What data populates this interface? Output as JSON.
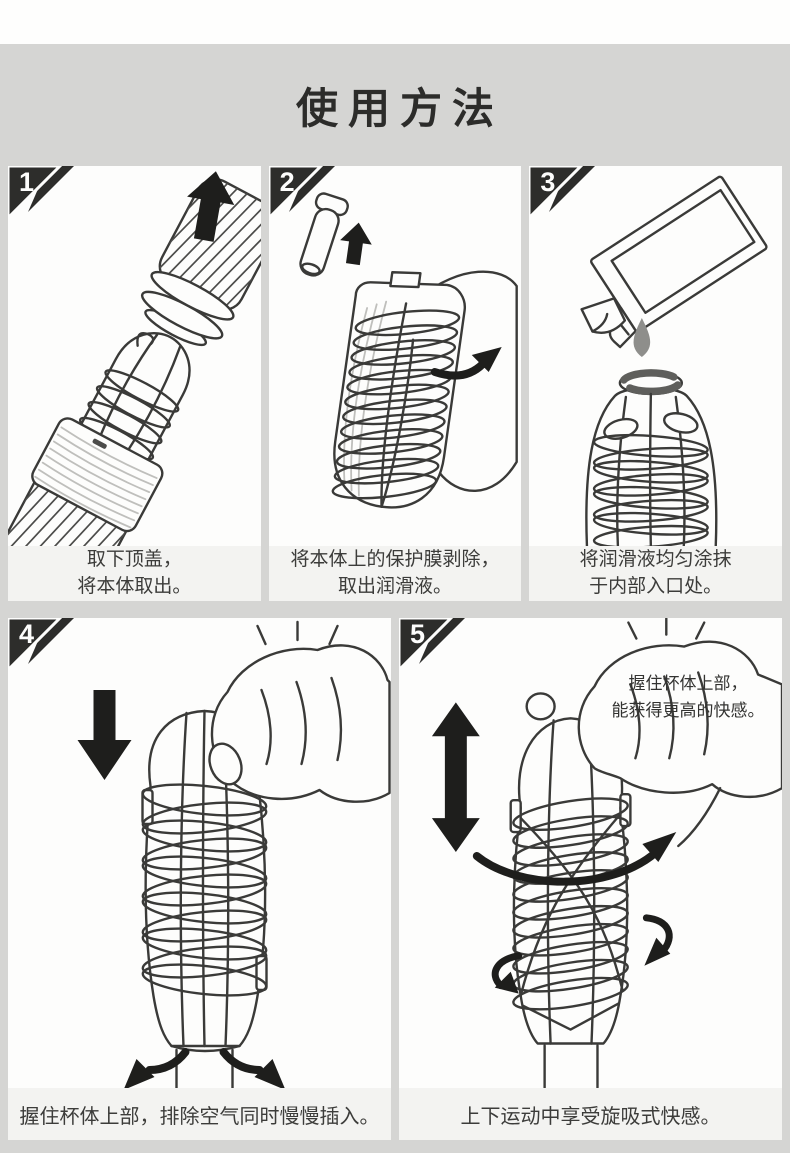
{
  "title": "使用方法",
  "colors": {
    "page_bg": "#d5d5d3",
    "panel_bg": "#fdfdfc",
    "caption_bg": "#f3f3f1",
    "badge_bg": "#2d2d2b",
    "ink": "#3a3a38",
    "arrow_black": "#1e1e1c",
    "drop_gray": "#8e8e8b"
  },
  "steps": [
    {
      "num": "1",
      "caption1": "取下顶盖，",
      "caption2": "将本体取出。",
      "icons": [
        "up-arrow-icon"
      ]
    },
    {
      "num": "2",
      "caption1": "将本体上的保护膜剥除，",
      "caption2": "取出润滑液。",
      "icons": [
        "up-arrow-icon",
        "peel-right-arrow-icon"
      ]
    },
    {
      "num": "3",
      "caption1": "将润滑液均匀涂抹",
      "caption2": "于内部入口处。",
      "icons": [
        "lube-drop-icon"
      ]
    },
    {
      "num": "4",
      "caption": "握住杯体上部，排除空气同时慢慢插入。",
      "icons": [
        "down-arrow-icon",
        "spread-left-arrow-icon",
        "spread-right-arrow-icon"
      ]
    },
    {
      "num": "5",
      "caption": "上下运动中享受旋吸式快感。",
      "annotation1": "握住杯体上部，",
      "annotation2": "能获得更高的快感。",
      "icons": [
        "up-down-arrow-icon",
        "rotate-arrow-icon"
      ]
    }
  ]
}
